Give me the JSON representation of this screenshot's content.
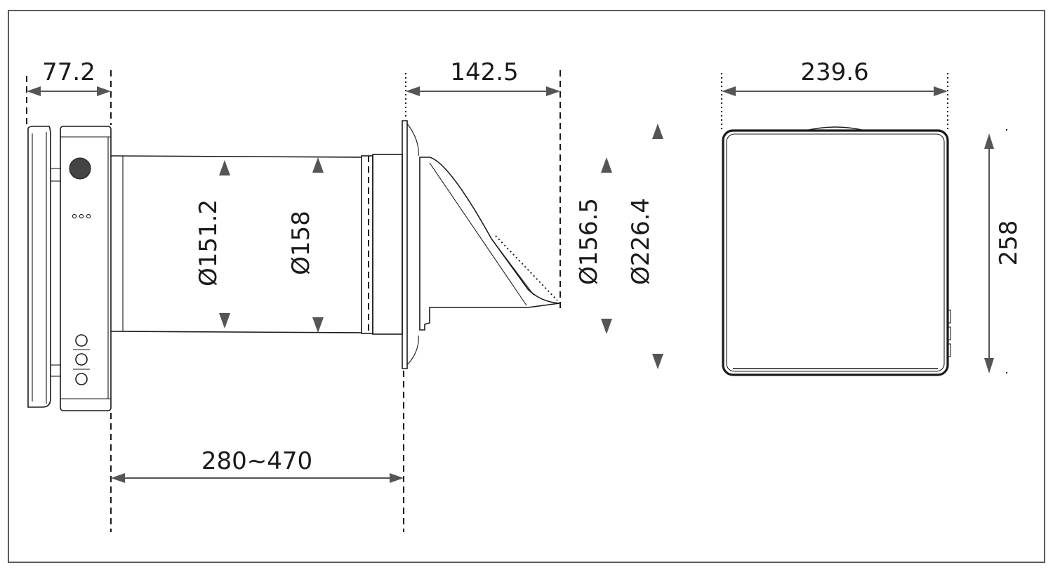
{
  "dimensions": {
    "panel_depth": "77.2",
    "hood_depth": "142.5",
    "front_width": "239.6",
    "front_height": "258",
    "pipe_inner_dia": "Ø151.2",
    "pipe_outer_dia": "Ø158",
    "hood_dia": "Ø156.5",
    "flange_dia": "Ø226.4",
    "wall_thickness": "280~470"
  },
  "colors": {
    "line": "#1a1a1a",
    "dimension": "#555555",
    "frame": "#333333",
    "background": "#ffffff"
  }
}
